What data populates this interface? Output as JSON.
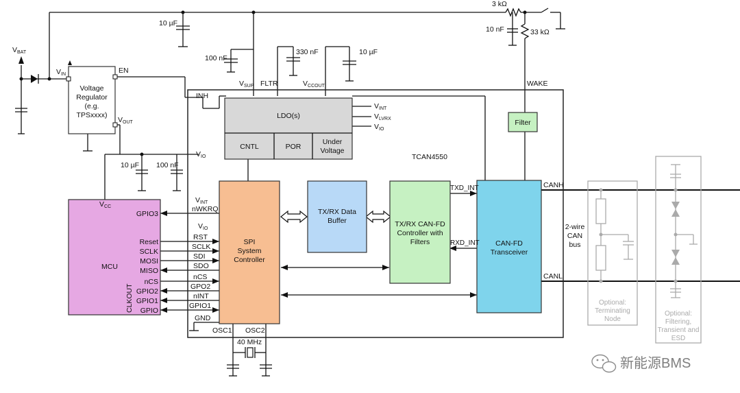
{
  "chip": {
    "name": "TCAN4550"
  },
  "blocks": {
    "regulator": [
      "Voltage",
      "Regulator",
      "(e.g.",
      "TPSxxxx)"
    ],
    "ldo": "LDO(s)",
    "cntl": "CNTL",
    "por": "POR",
    "under_voltage": [
      "Under",
      "Voltage"
    ],
    "spi": [
      "SPI",
      "System",
      "Controller"
    ],
    "buffer": [
      "TX/RX Data",
      "Buffer"
    ],
    "canfd_ctrl": [
      "TX/RX CAN-FD",
      "Controller with",
      "Filters"
    ],
    "transceiver": [
      "CAN-FD",
      "Transceiver"
    ],
    "filter": "Filter",
    "mcu": "MCU",
    "optional_term": [
      "Optional:",
      "Terminating",
      "Node"
    ],
    "optional_esd": [
      "Optional:",
      "Filtering,",
      "Transient and",
      "ESD"
    ]
  },
  "pins": {
    "vbat": {
      "main": "V",
      "sub": "BAT"
    },
    "vin": {
      "main": "V",
      "sub": "IN"
    },
    "en": "EN",
    "vout": {
      "main": "V",
      "sub": "OUT"
    },
    "vsup": {
      "main": "V",
      "sub": "SUP"
    },
    "fltr": "FLTR",
    "vccout": {
      "main": "V",
      "sub": "CCOUT"
    },
    "wake": "WAKE",
    "inh": "INH",
    "vio_main": {
      "main": "V",
      "sub": "IO"
    },
    "vint_ldo": {
      "main": "V",
      "sub": "INT"
    },
    "vlvrx_ldo": {
      "main": "V",
      "sub": "LVRX"
    },
    "vio_ldo": {
      "main": "V",
      "sub": "IO"
    },
    "vcc_mcu": {
      "main": "V",
      "sub": "CC"
    },
    "vint_spi": {
      "main": "V",
      "sub": "INT"
    },
    "vio_spi": {
      "main": "V",
      "sub": "IO"
    },
    "txd_int": "TXD_INT",
    "rxd_int": "RXD_INT",
    "canh": "CANH",
    "canl": "CANL",
    "osc1": "OSC1",
    "osc2": "OSC2",
    "clkout": "CLKOUT",
    "bus_label": [
      "2-wire",
      "CAN",
      "bus"
    ]
  },
  "components": {
    "c_vsup": "10 µF",
    "c_100n_top": "100 nF",
    "c_330n": "330 nF",
    "c_10u_vcc": "10 µF",
    "c_10u_vio": "10 µF",
    "c_100n_vio": "100 nF",
    "r_3k": "3 kΩ",
    "c_10n": "10 nF",
    "r_33k": "33 kΩ",
    "crystal": "40 MHz"
  },
  "mcu_pins": [
    "GPIO3",
    "Reset",
    "SCLK",
    "MOSI",
    "MISO",
    "nCS",
    "GPIO2",
    "GPIO1",
    "GPIO"
  ],
  "spi_pins": [
    "nWKRQ",
    "RST",
    "SCLK",
    "SDI",
    "SDO",
    "nCS",
    "GPO2",
    "nINT",
    "GPIO1",
    "GND"
  ],
  "watermark": "新能源BMS"
}
